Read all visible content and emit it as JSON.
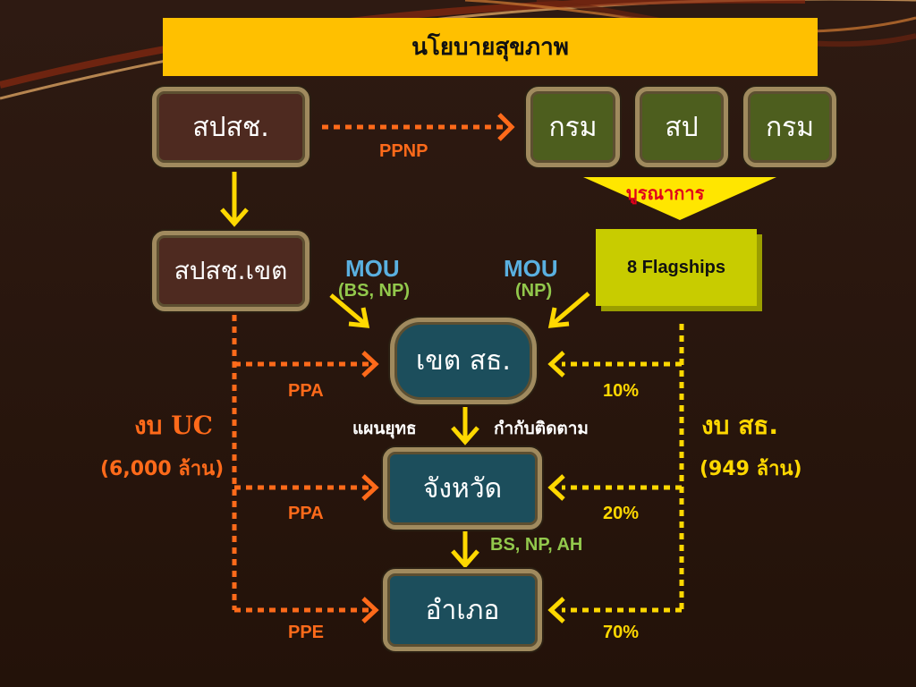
{
  "title": "นโยบายสุขภาพ",
  "nodes": {
    "sapsach": "สปสช.",
    "krom1": "กรม",
    "sp": "สป",
    "krom2": "กรม",
    "sapsach_khet": "สปสช.เขต",
    "khet_sor": "เขต สธ.",
    "changwat": "จังหวัด",
    "amphoe": "อำเภอ",
    "flagships": "8 Flagships"
  },
  "labels": {
    "ppnp": "PPNP",
    "buranakan": "บูรณาการ",
    "mou_left": "MOU",
    "mou_left_sub": "(BS, NP)",
    "mou_right": "MOU",
    "mou_right_sub": "(NP)",
    "ppa1": "PPA",
    "ppa2": "PPA",
    "ppe": "PPE",
    "pct10": "10%",
    "pct20": "20%",
    "pct70": "70%",
    "plan": "แผนยุทธ",
    "monitor": "กำกับติดตาม",
    "bs_np_ah": "BS, NP, AH",
    "budget_uc": "งบ UC",
    "budget_uc_amount": "(6,000 ล้าน)",
    "budget_sor": "งบ สธ.",
    "budget_sor_amount": "(949 ล้าน)"
  },
  "colors": {
    "orange": "#ff6a1a",
    "yellow": "#ffd800",
    "title_bg": "#ffc000",
    "flagship": "#c8cc00"
  }
}
